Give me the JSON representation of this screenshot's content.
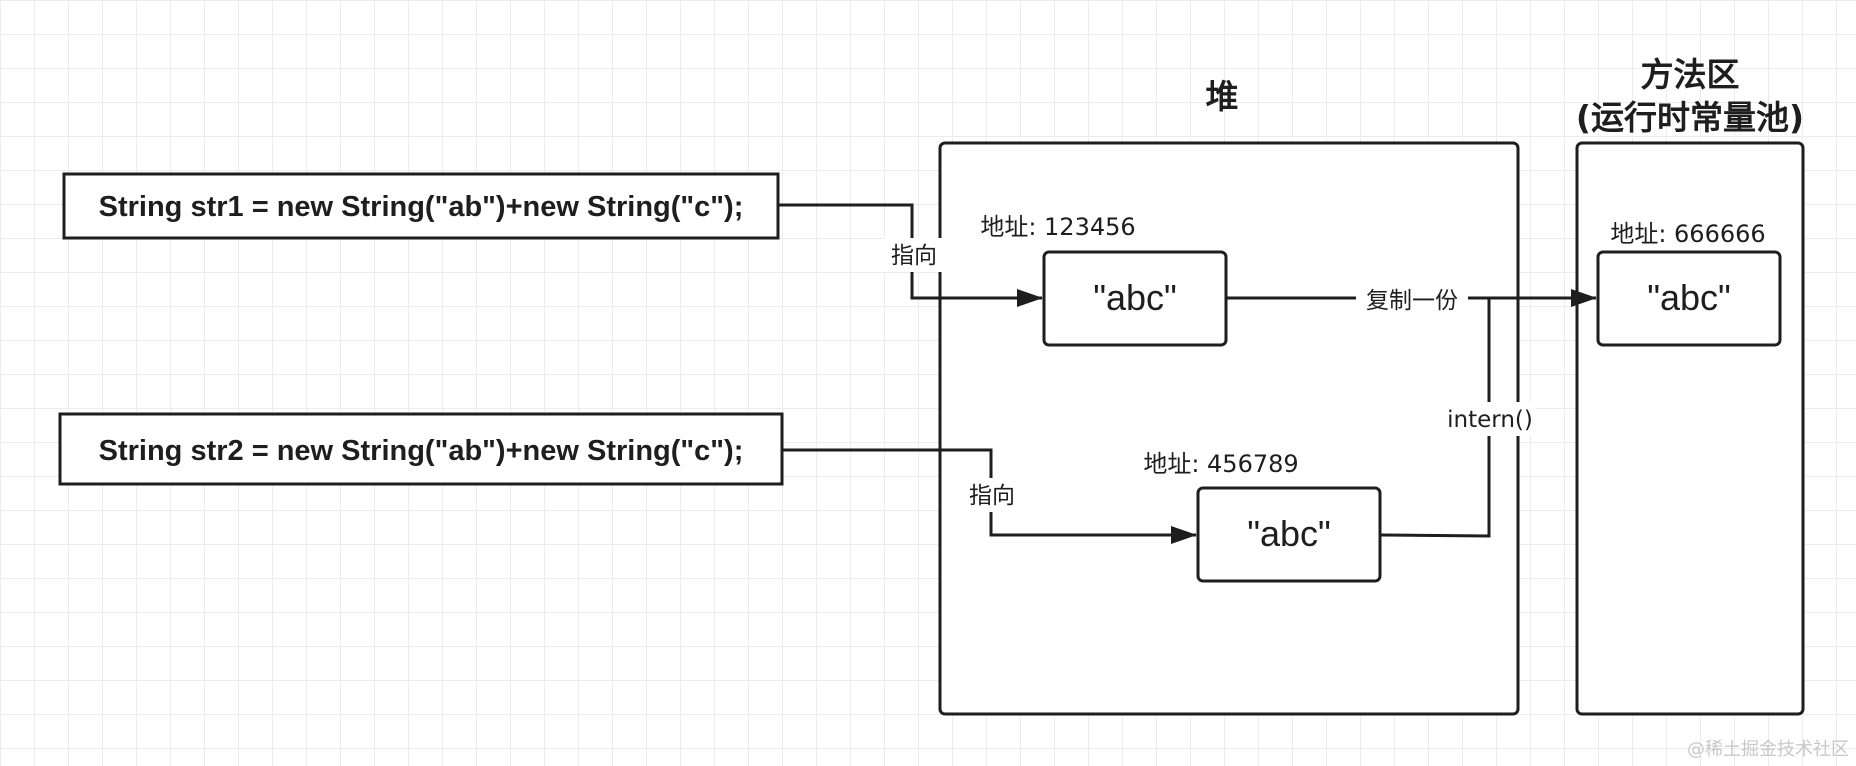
{
  "code_lines": {
    "str1": "String str1 = new String(\"ab\")+new String(\"c\");",
    "str2": "String str2 = new String(\"ab\")+new String(\"c\");"
  },
  "heap": {
    "title": "堆",
    "obj1": {
      "address": "地址: 123456",
      "value": "\"abc\""
    },
    "obj2": {
      "address": "地址: 456789",
      "value": "\"abc\""
    }
  },
  "method_area": {
    "title_line1": "方法区",
    "title_line2": "(运行时常量池)",
    "obj": {
      "address": "地址: 666666",
      "value": "\"abc\""
    }
  },
  "edge_labels": {
    "points_to_1": "指向",
    "points_to_2": "指向",
    "copy_one": "复制一份",
    "intern": "intern()"
  },
  "watermark": "@稀土掘金技术社区",
  "colors": {
    "stroke": "#1e1e1e",
    "grid": "#ececec",
    "watermark": "#c8c8c8"
  }
}
